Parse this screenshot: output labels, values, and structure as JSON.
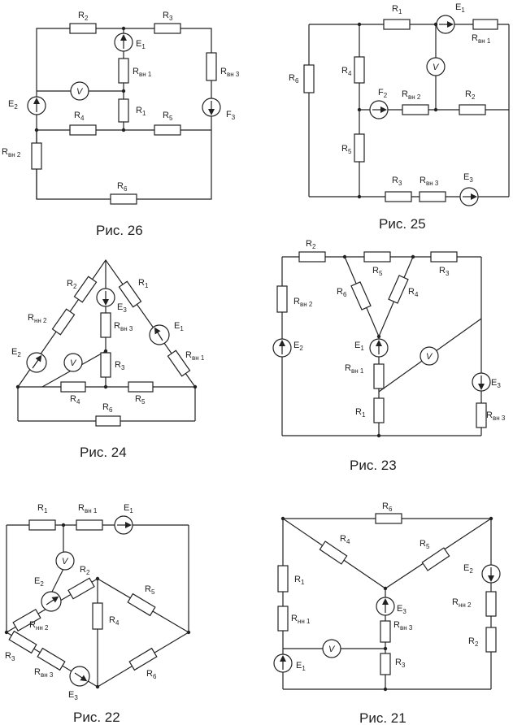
{
  "figures": [
    {
      "caption": "Рис. 26",
      "labels": {
        "r2": "R",
        "r2s": "2",
        "r3": "R",
        "r3s": "3",
        "e1": "E",
        "e1s": "1",
        "rvn1": "R",
        "rvn1s": "вн 1",
        "rvn3": "R",
        "rvn3s": "вн 3",
        "r1": "R",
        "r1s": "1",
        "e2": "E",
        "e2s": "2",
        "r4": "R",
        "r4s": "4",
        "r5": "R",
        "r5s": "5",
        "f3": "F",
        "f3s": "3",
        "rvn2": "R",
        "rvn2s": "вн 2",
        "r6": "R",
        "r6s": "6",
        "v": "V"
      }
    },
    {
      "caption": "Рис. 25",
      "labels": {
        "r1": "R",
        "r1s": "1",
        "e1": "E",
        "e1s": "1",
        "rvn1": "R",
        "rvn1s": "вн 1",
        "r6": "R",
        "r6s": "6",
        "r4": "R",
        "r4s": "4",
        "v": "V",
        "f2": "F",
        "f2s": "2",
        "rvn2": "R",
        "rvn2s": "вн 2",
        "r2": "R",
        "r2s": "2",
        "r5": "R",
        "r5s": "5",
        "r3": "R",
        "r3s": "3",
        "rvn3": "R",
        "rvn3s": "вн 3",
        "e3": "E",
        "e3s": "3"
      }
    },
    {
      "caption": "Рис. 24",
      "labels": {
        "r2": "R",
        "r2s": "2",
        "r1top": "R",
        "r1tops": "1",
        "rnn2": "R",
        "rnn2s": "нн 2",
        "e3": "E",
        "e3s": "3",
        "rvn3": "R",
        "rvn3s": "вн 3",
        "e1": "E",
        "e1s": "1",
        "e2": "E",
        "e2s": "2",
        "v": "V",
        "r3": "R",
        "r3s": "3",
        "rvn1": "R",
        "rvn1s": "вн 1",
        "r4": "R",
        "r4s": "4",
        "r5": "R",
        "r5s": "5",
        "r6": "R",
        "r6s": "6"
      }
    },
    {
      "caption": "Рис. 23",
      "labels": {
        "r2": "R",
        "r2s": "2",
        "r5": "R",
        "r5s": "5",
        "r3": "R",
        "r3s": "3",
        "r6": "R",
        "r6s": "6",
        "r4": "R",
        "r4s": "4",
        "rvn2": "R",
        "rvn2s": "вн 2",
        "e2": "E",
        "e2s": "2",
        "e1": "E",
        "e1s": "1",
        "v": "V",
        "rvn1": "R",
        "rvn1s": "вн 1",
        "e3": "E",
        "e3s": "3",
        "r1": "R",
        "r1s": "1",
        "rvn3": "R",
        "rvn3s": "вн 3"
      }
    },
    {
      "caption": "Рис. 22",
      "labels": {
        "r1": "R",
        "r1s": "1",
        "rvn1": "R",
        "rvn1s": "вн 1",
        "e1": "E",
        "e1s": "1",
        "v": "V",
        "e2": "E",
        "e2s": "2",
        "r2": "R",
        "r2s": "2",
        "r5": "R",
        "r5s": "5",
        "r4": "R",
        "r4s": "4",
        "rnn2": "R",
        "rnn2s": "нн 2",
        "r3": "R",
        "r3s": "3",
        "rvn3": "R",
        "rvn3s": "вн 3",
        "r6": "R",
        "r6s": "6",
        "e3": "E",
        "e3s": "3"
      }
    },
    {
      "caption": "Рис. 21",
      "labels": {
        "r6": "R",
        "r6s": "6",
        "r4": "R",
        "r4s": "4",
        "r5": "R",
        "r5s": "5",
        "e2": "E",
        "e2s": "2",
        "r1": "R",
        "r1s": "1",
        "rnn1": "R",
        "rnn1s": "нн 1",
        "e3": "E",
        "e3s": "3",
        "rvn3": "R",
        "rvn3s": "вн 3",
        "rnn2": "R",
        "rnn2s": "нн 2",
        "r2": "R",
        "r2s": "2",
        "v": "V",
        "e1": "E",
        "e1s": "1",
        "r3": "R",
        "r3s": "3"
      }
    }
  ]
}
